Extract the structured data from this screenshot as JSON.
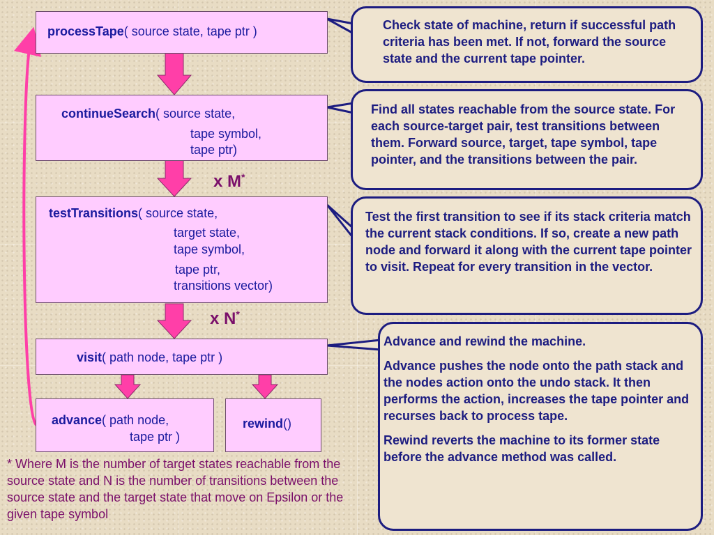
{
  "boxes": {
    "process_tape": {
      "name": "processTape",
      "args": [
        "( source state, tape ptr )"
      ]
    },
    "continue_search": {
      "name": "continueSearch",
      "args": [
        "( source state,",
        "tape symbol,",
        "tape ptr)"
      ]
    },
    "test_transitions": {
      "name": "testTransitions",
      "args": [
        "( source state,",
        "target state,",
        "tape symbol,",
        "tape ptr,",
        "transitions vector)"
      ]
    },
    "visit": {
      "name": "visit",
      "args": [
        "( path node, tape ptr )"
      ]
    },
    "advance": {
      "name": "advance",
      "args": [
        "( path node,",
        "tape ptr )"
      ]
    },
    "rewind": {
      "name": "rewind",
      "args": [
        "()"
      ]
    }
  },
  "multipliers": {
    "m": {
      "label": "x M",
      "sup": "*"
    },
    "n": {
      "label": "x N",
      "sup": "*"
    }
  },
  "callouts": {
    "process_tape": [
      "Check state of machine, return if successful path criteria has been met. If not, forward the source state and the current tape pointer."
    ],
    "continue_search": [
      "Find all states reachable from the source state. For each source-target pair, test transitions between them. Forward source, target, tape symbol, tape pointer, and the transitions between the pair."
    ],
    "test_transitions": [
      "Test the first transition to see if its stack criteria match the current stack conditions. If so, create a new path node and forward it along with the current tape pointer to visit. Repeat for every transition in the vector."
    ],
    "visit": [
      "Advance and rewind the machine.",
      "Advance pushes the node onto the path stack and the nodes action onto the undo stack. It then performs the action, increases the tape pointer and recurses back to process tape.",
      "Rewind reverts the machine to its former state before the advance method was called."
    ]
  },
  "footnote": "* Where M is the number of target states reachable from the source state and N is the number of transitions between the source state and the target state that move on Epsilon or the given tape symbol",
  "colors": {
    "box_fill": "#ffccff",
    "box_text": "#1a1a9e",
    "callout_border": "#1c1c80",
    "arrow_fill": "#ff3fa8",
    "multiplier_text": "#7a0f6a",
    "loop_arrow": "#ff3fa8"
  }
}
